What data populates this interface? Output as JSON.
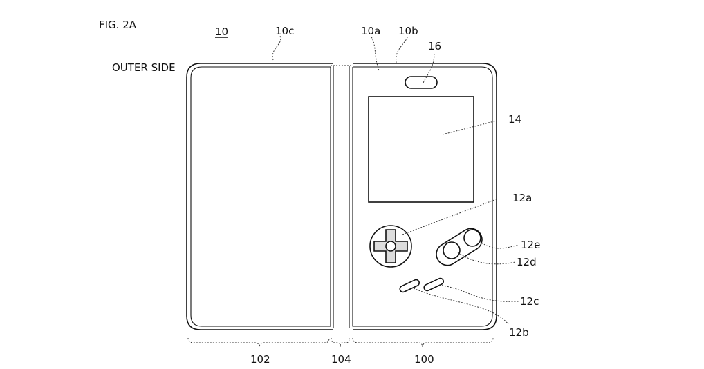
{
  "figure": {
    "title": "FIG. 2A",
    "side_label": "OUTER SIDE",
    "device_ref": "10"
  },
  "labels": {
    "outer_left_edge": "10c",
    "outer_surface": "10a",
    "outer_right_edge": "10b",
    "speaker": "16",
    "screen": "14",
    "dpad": "12a",
    "button_e": "12e",
    "button_d": "12d",
    "button_c": "12c",
    "button_b": "12b"
  },
  "sections": {
    "left_panel": "102",
    "hinge": "104",
    "right_panel": "100"
  }
}
